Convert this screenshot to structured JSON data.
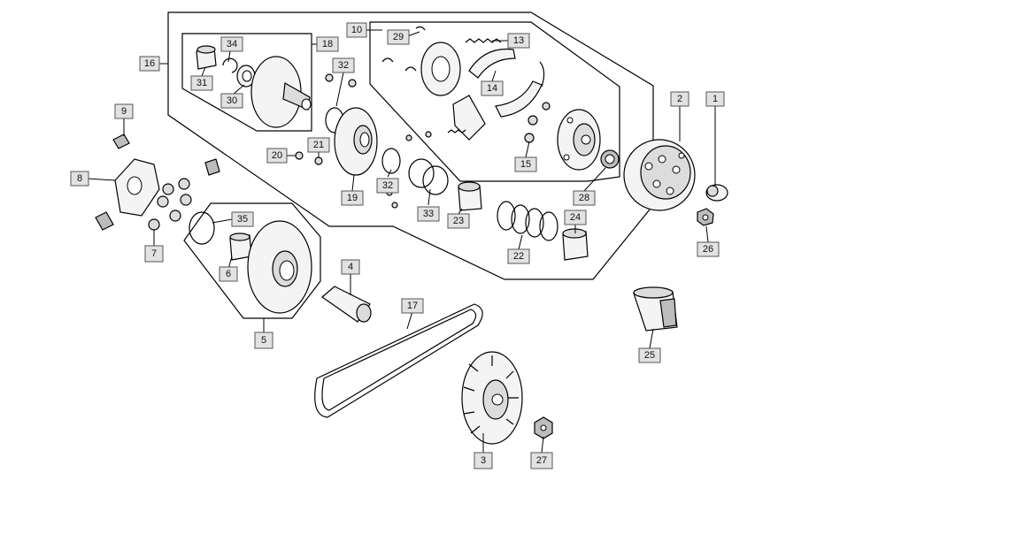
{
  "callouts": [
    {
      "id": "c1",
      "text": "1"
    },
    {
      "id": "c2",
      "text": "2"
    },
    {
      "id": "c3",
      "text": "3"
    },
    {
      "id": "c4",
      "text": "4"
    },
    {
      "id": "c5",
      "text": "5"
    },
    {
      "id": "c6",
      "text": "6"
    },
    {
      "id": "c7",
      "text": "7"
    },
    {
      "id": "c8",
      "text": "8"
    },
    {
      "id": "c9",
      "text": "9"
    },
    {
      "id": "c10",
      "text": "10"
    },
    {
      "id": "c13",
      "text": "13"
    },
    {
      "id": "c14",
      "text": "14"
    },
    {
      "id": "c15",
      "text": "15"
    },
    {
      "id": "c16",
      "text": "16"
    },
    {
      "id": "c17",
      "text": "17"
    },
    {
      "id": "c18",
      "text": "18"
    },
    {
      "id": "c19",
      "text": "19"
    },
    {
      "id": "c20",
      "text": "20"
    },
    {
      "id": "c21",
      "text": "21"
    },
    {
      "id": "c22",
      "text": "22"
    },
    {
      "id": "c23",
      "text": "23"
    },
    {
      "id": "c24",
      "text": "24"
    },
    {
      "id": "c25",
      "text": "25"
    },
    {
      "id": "c26",
      "text": "26"
    },
    {
      "id": "c27",
      "text": "27"
    },
    {
      "id": "c28",
      "text": "28"
    },
    {
      "id": "c29",
      "text": "29"
    },
    {
      "id": "c30",
      "text": "30"
    },
    {
      "id": "c31",
      "text": "31"
    },
    {
      "id": "c32a",
      "text": "32"
    },
    {
      "id": "c32b",
      "text": "32"
    },
    {
      "id": "c33",
      "text": "33"
    },
    {
      "id": "c34",
      "text": "34"
    },
    {
      "id": "c35",
      "text": "35"
    }
  ]
}
